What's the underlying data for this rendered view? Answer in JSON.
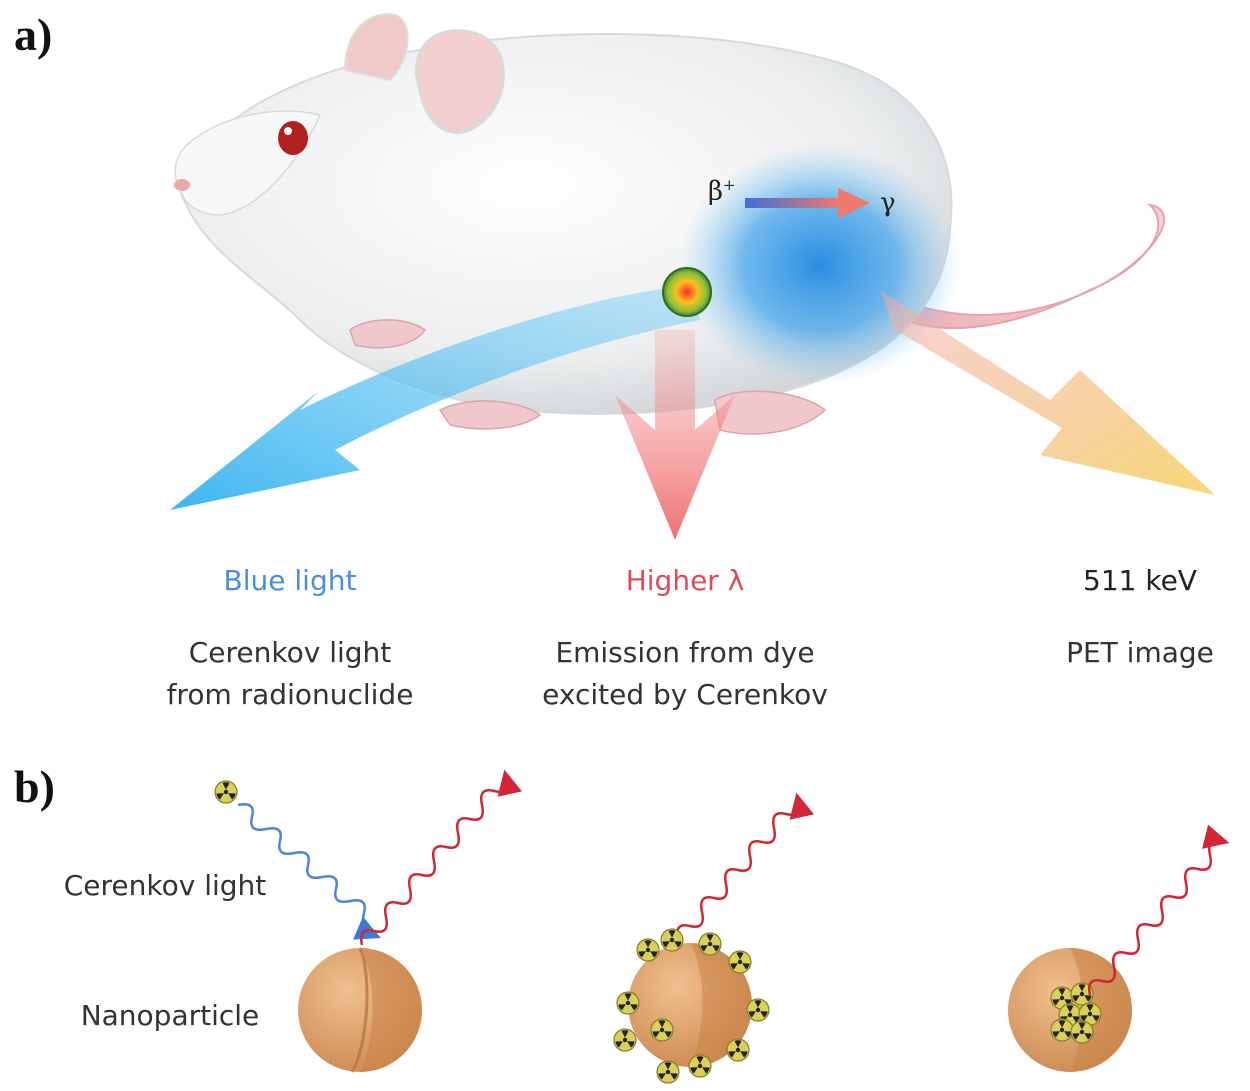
{
  "panels": {
    "a": "a)",
    "b": "b)"
  },
  "particle_labels": {
    "beta": "β",
    "beta_charge": "+",
    "gamma": "γ"
  },
  "outputs": [
    {
      "heading": "Blue light",
      "heading_color": "#4a90d9",
      "caption_line1": "Cerenkov light",
      "caption_line2": "from radionuclide"
    },
    {
      "heading": "Higher λ",
      "heading_color": "#e04a58",
      "caption_line1": "Emission from dye",
      "caption_line2": "excited by Cerenkov"
    },
    {
      "heading": "511 keV",
      "heading_color": "#222222",
      "caption_line1": "PET image",
      "caption_line2": ""
    }
  ],
  "panel_b": {
    "cerenkov_label": "Cerenkov light",
    "nanoparticle_label": "Nanoparticle"
  },
  "colors": {
    "blue_light": "#3cb4ee",
    "red_emission": "#ef6a6a",
    "pet_arrow": "#f2c75a",
    "nanoparticle": "#d99a5e",
    "radionuclide": "#d8d05a"
  }
}
